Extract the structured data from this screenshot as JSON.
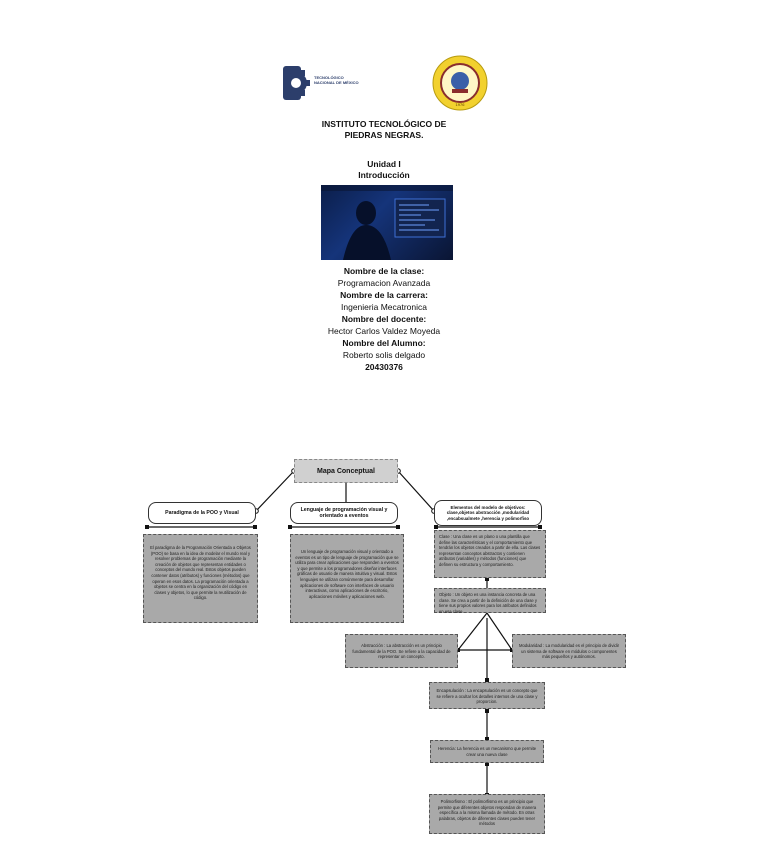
{
  "logos": {
    "tec_label": "TECNOLÓGICO\nNACIONAL DE MÉXICO",
    "seal_year": "1976"
  },
  "cover": {
    "institute_line1": "INSTITUTO TECNOLÓGICO DE",
    "institute_line2": "PIEDRAS NEGRAS.",
    "unit": "Unidad I",
    "topic": "Introducción",
    "class_label": "Nombre de la clase:",
    "class_value": "Programacion Avanzada",
    "career_label": "Nombre de la carrera:",
    "career_value": "Ingenieria Mecatronica",
    "teacher_label": "Nombre del docente:",
    "teacher_value": "Hector Carlos Valdez Moyeda",
    "student_label": "Nombre del Alumno:",
    "student_value": "Roberto solis delgado",
    "student_id": "20430376"
  },
  "map": {
    "title": "Mapa Conceptual",
    "branch1_title": "Paradigma de la POO y Visual",
    "branch1_text": "El paradigma de la Programación Orientada a Objetos (POO) se basa en la idea de modelar el mundo real y resolver problemas de programación mediante la creación de objetos que representan entidades o conceptos del mundo real. Estos objetos pueden contener datos (atributos) y funciones (métodos) que operan en esos datos. La programación orientada a objetos se centra en la organización del código en clases y objetos, lo que permite la reutilización de código.",
    "branch2_title": "Lenguaje de programación visual y orientado a eventos",
    "branch2_text": "Un lenguaje de programación visual y orientado a eventos es un tipo de lenguaje de programación que se utiliza para crear aplicaciones que responden a eventos y que permite a los programadores diseñar interfaces gráficas de usuario de manera intuitiva y visual. Estos lenguajes se utilizan comúnmente para desarrollar aplicaciones de software con interfaces de usuario interactivas, como aplicaciones de escritorio, aplicaciones móviles y aplicaciones web.",
    "branch3_title": "Elementos del modelo de objetivos: clase,objetos abstracción ,modularidad ,encabsualmete ,herencia y polimorfiso",
    "clase_text": "Clase : Una clase es un plano o una plantilla que define las características y el comportamiento que tendrán los objetos creados a partir de ella. Las clases representan conceptos abstractos y contienen atributos (variables) y métodos (funciones) que definen su estructura y comportamiento.",
    "objeto_text": "Objeto : Un objeto es una instancia concreta de una clase. Se crea a partir de la definición de una clase y tiene sus propios valores para los atributos definidos en esa clase.",
    "abstraccion_text": "Abstracción : La abstracción es un principio fundamental de la POO. Se refiere a la capacidad de representar un concepto.",
    "modularidad_text": "Modularidad : La modularidad es el principio de dividir un sistema de software en módulos o componentes más pequeños y autónomos.",
    "encapsulacion_text": "Encapsulación : La encapsulación es un concepto que se refiere a ocultar los detalles internos de una clase y proporcion.",
    "herencia_text": "Herencia: La herencia es un mecanismo que permite crear una nueva clase",
    "polimorfismo_text": "Polimorfismo : El polimorfismo es un principio que permite que diferentes objetos respondan de manera específica a la misma llamada de método. En otras palabras, objetos de diferentes clases pueden tener métodos"
  }
}
